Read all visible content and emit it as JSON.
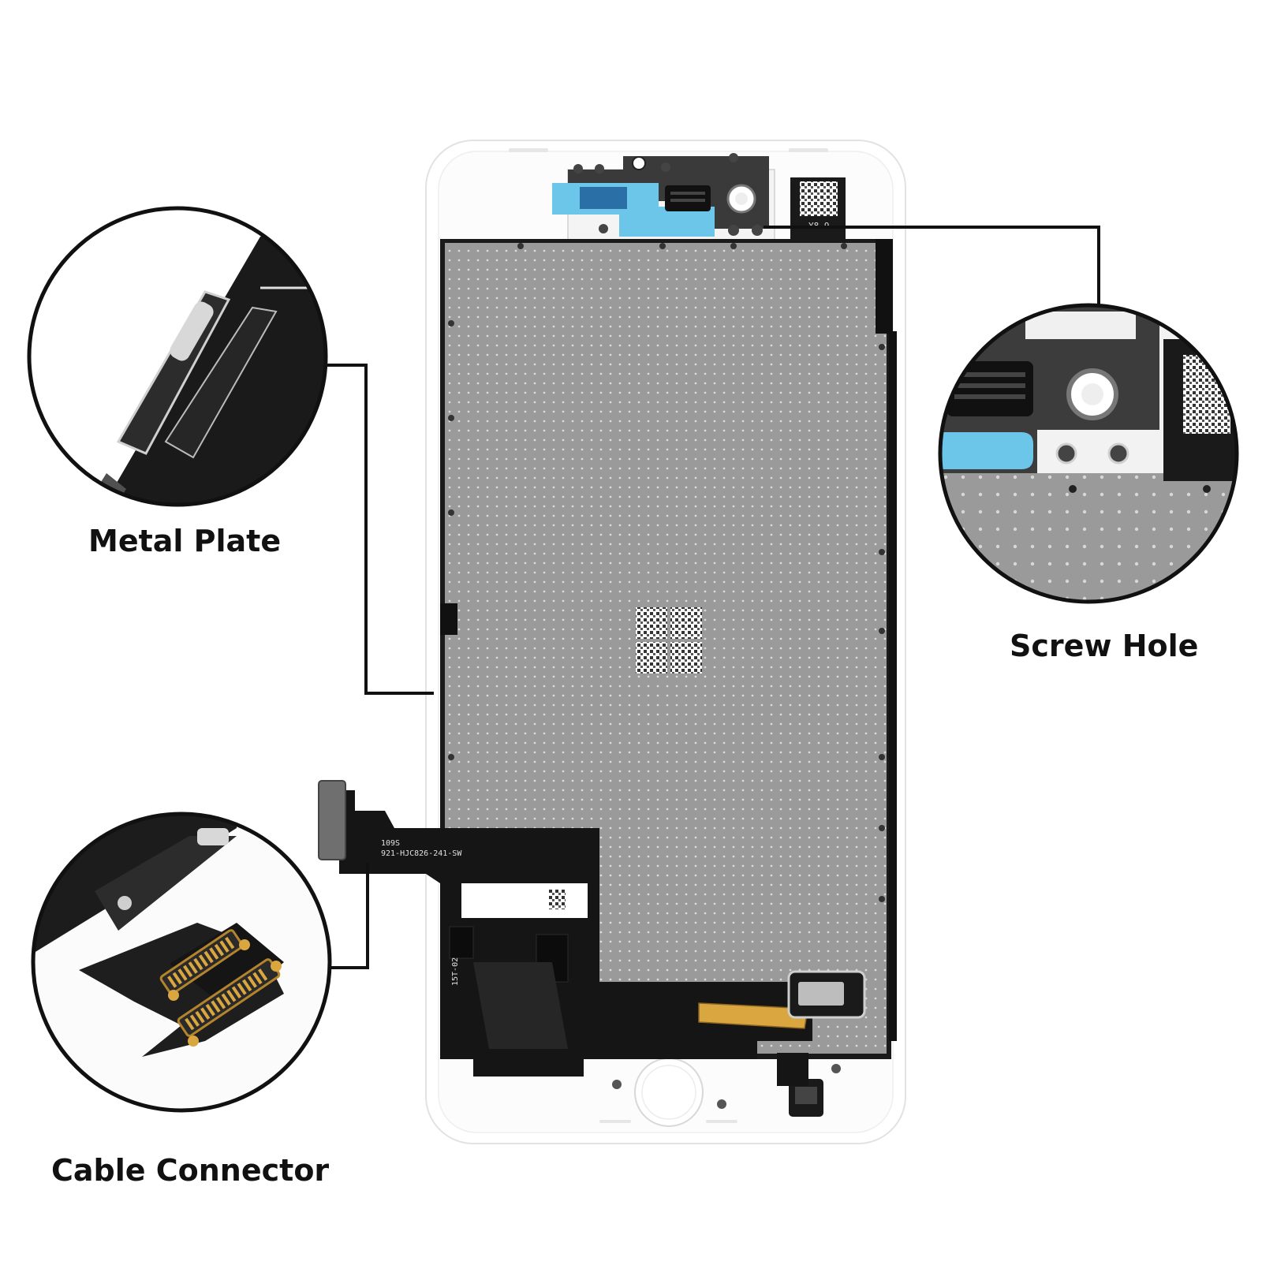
{
  "labels": {
    "metal_plate": "Metal Plate",
    "screw_hole": "Screw Hole",
    "cable_connector": "Cable Connector"
  },
  "printed_markings": {
    "top_sticker": "Y8-9",
    "flex_line_1": "109S",
    "flex_line_2": "921-HJC826-241-SW",
    "flex_side": "15T-02"
  },
  "colors": {
    "plate_gray": "#9a9a9a",
    "flex_black": "#151515",
    "frame_white": "#ffffff",
    "bracket_blue": "#6cc6ea",
    "contact_gold": "#d9a640",
    "callout_line": "#111111"
  }
}
